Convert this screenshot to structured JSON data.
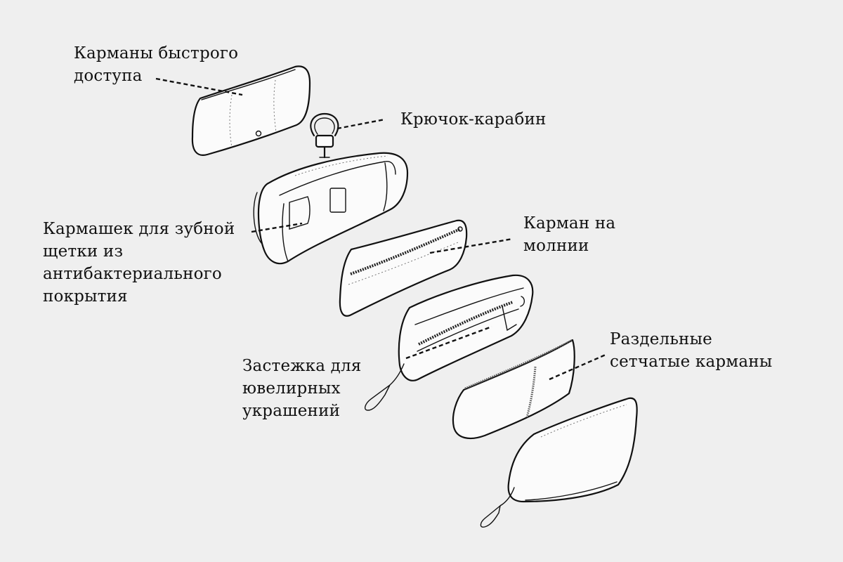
{
  "diagram": {
    "labels": {
      "quick_access": {
        "lines": [
          "Карманы быстрого",
          "доступа"
        ]
      },
      "carabiner": {
        "lines": [
          "Крючок-карабин"
        ]
      },
      "toothbrush": {
        "lines": [
          "Кармашек для зубной",
          "щетки из",
          "антибактериального",
          "покрытия"
        ]
      },
      "zip_pocket": {
        "lines": [
          "Карман на",
          "молнии"
        ]
      },
      "jewelry_clasp": {
        "lines": [
          "Застежка для",
          "ювелирных",
          "украшений"
        ]
      },
      "mesh_pockets": {
        "lines": [
          "Раздельные",
          "сетчатые карманы"
        ]
      }
    },
    "colors": {
      "background": "#efefef",
      "line": "#111111",
      "part_fill": "#fbfbfb"
    }
  }
}
